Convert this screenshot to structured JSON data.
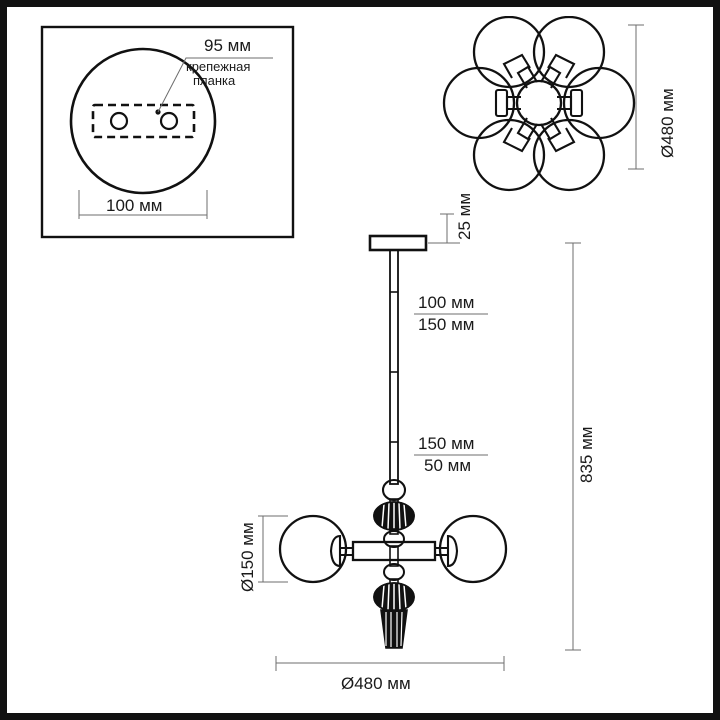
{
  "drawing": {
    "title": "Chandelier technical dimension drawing",
    "units": "мм",
    "line_color": "#111111",
    "dim_color": "#6d6d6d",
    "background": "#ffffff",
    "frame_color": "#111111"
  },
  "detail_view": {
    "name": "ceiling-mount-detail",
    "callout_value": "95 мм",
    "callout_label_line1": "крепежная",
    "callout_label_line2": "планка",
    "base_diameter": "100 мм"
  },
  "top_view": {
    "name": "top-view",
    "globe_count": 6,
    "diameter": "Ø480 мм"
  },
  "front_view": {
    "name": "front-view",
    "canopy_height": "25 мм",
    "rod_option_a": "100 мм",
    "rod_option_b": "150 мм",
    "rod_option_c": "150 мм",
    "rod_option_d": "50 мм",
    "globe_diameter": "Ø150 мм",
    "total_height": "835 мм",
    "overall_width": "Ø480 мм",
    "globe_count_visible": 2
  }
}
